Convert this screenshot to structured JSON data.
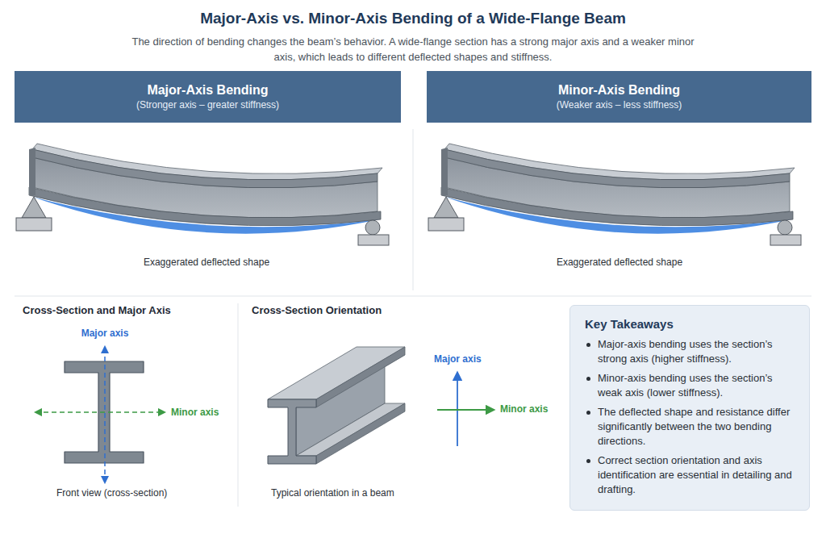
{
  "diagram": {
    "title": "Major-Axis vs. Minor-Axis Bending of a Wide-Flange Beam",
    "caption": "The direction of bending changes the beam’s behavior. A wide-flange section has a strong major axis and a weaker minor axis, which leads to different deflected shapes and stiffness.",
    "nodes": [
      {
        "text": [
          "Major-Axis Bending",
          "(Stronger axis – greater stiffness)"
        ]
      },
      {
        "text": [
          "Minor-Axis Bending",
          "(Weaker axis – less stiffness)"
        ]
      },
      {
        "text": [
          "Key Takeaways",
          "Major-axis bending uses the section’s strong axis (higher stiffness).",
          "Minor-axis bending uses the section’s weak axis (lower stiffness).",
          "The deflected shape and resistance differ significantly between the two bending directions.",
          "Correct section orientation and axis identification are essential in detailing and drafting."
        ]
      }
    ],
    "labels": [
      "Exaggerated deflected shape",
      "Exaggerated deflected shape",
      "Cross-Section and Major Axis",
      "Major axis",
      "Minor axis",
      "Front view (cross-section)",
      "Cross-Section Orientation",
      "Typical orientation in a beam",
      "Major axis",
      "Minor axis"
    ]
  }
}
